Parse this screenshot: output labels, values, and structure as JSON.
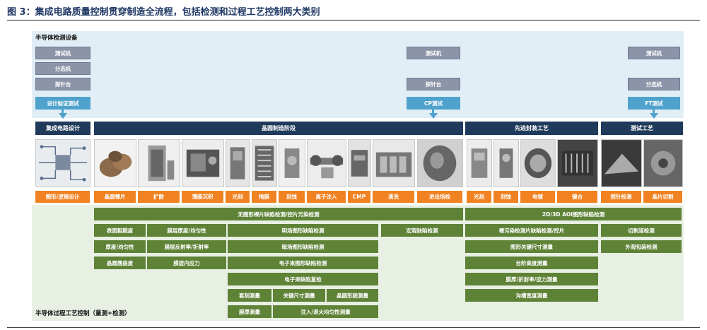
{
  "title": "图 3：集成电路质量控制贯穿制造全流程，包括检测和过程工艺控制两大类别",
  "equipment_label": "半导体检测设备",
  "control_label": "半导体过程工艺控制（量测+检测）",
  "equipment": {
    "tester": "测试机",
    "sorter": "分选机",
    "prober": "探针台"
  },
  "tests": {
    "design_verify": "设计验证测试",
    "cp": "CP测试",
    "ft": "FT测试"
  },
  "stages": {
    "ic_design": "集成电路设计",
    "wafer_fab": "晶圆制造阶段",
    "adv_packaging": "先进封装工艺",
    "test_process": "测试工艺"
  },
  "processes": [
    "图形/逻辑设计",
    "晶圆裸片",
    "扩散",
    "薄膜沉积",
    "光刻",
    "掩膜",
    "刻蚀",
    "离子注入",
    "CMP",
    "清洗",
    "进出场检",
    "光刻",
    "刻蚀",
    "电镀",
    "键合",
    "探针检测",
    "晶片切割"
  ],
  "control": {
    "fab_header": "无图形裸片缺陷检测/控片污染检测",
    "pkg_header": "2D/3D AOI图形缺陷检测",
    "surface_roughness": "表面粗糙度",
    "film_thickness": "膜层厚度/均匀性",
    "brightfield": "明场图形缺陷检测",
    "macro": "宏观缺陷检测",
    "thickness_uniformity": "厚度/均匀性",
    "film_reflect": "膜层反射率/折射率",
    "darkfield": "暗场图形缺陷检测",
    "wafer_warp": "晶圆翘曲度",
    "film_stress": "膜层内应力",
    "ebeam": "电子束图形缺陷检测",
    "ebeam_review": "电子束缺陷复检",
    "overlay": "套刻测量",
    "cd": "关键尺寸测量",
    "wafer_pattern": "晶圆形貌测量",
    "film_measure": "膜厚测量",
    "implant": "注入/退火均匀性测量",
    "bare_contamination": "裸污染检测片缺陷检测/控片",
    "pattern_cd": "图形关键尺寸测量",
    "step_height": "台阶高度测量",
    "film_reflect_stress": "膜厚/折射率/应力测量",
    "trench_width": "沟槽宽度测量",
    "dicing_lane": "切割道检测",
    "package_visual": "外观包装检测"
  }
}
